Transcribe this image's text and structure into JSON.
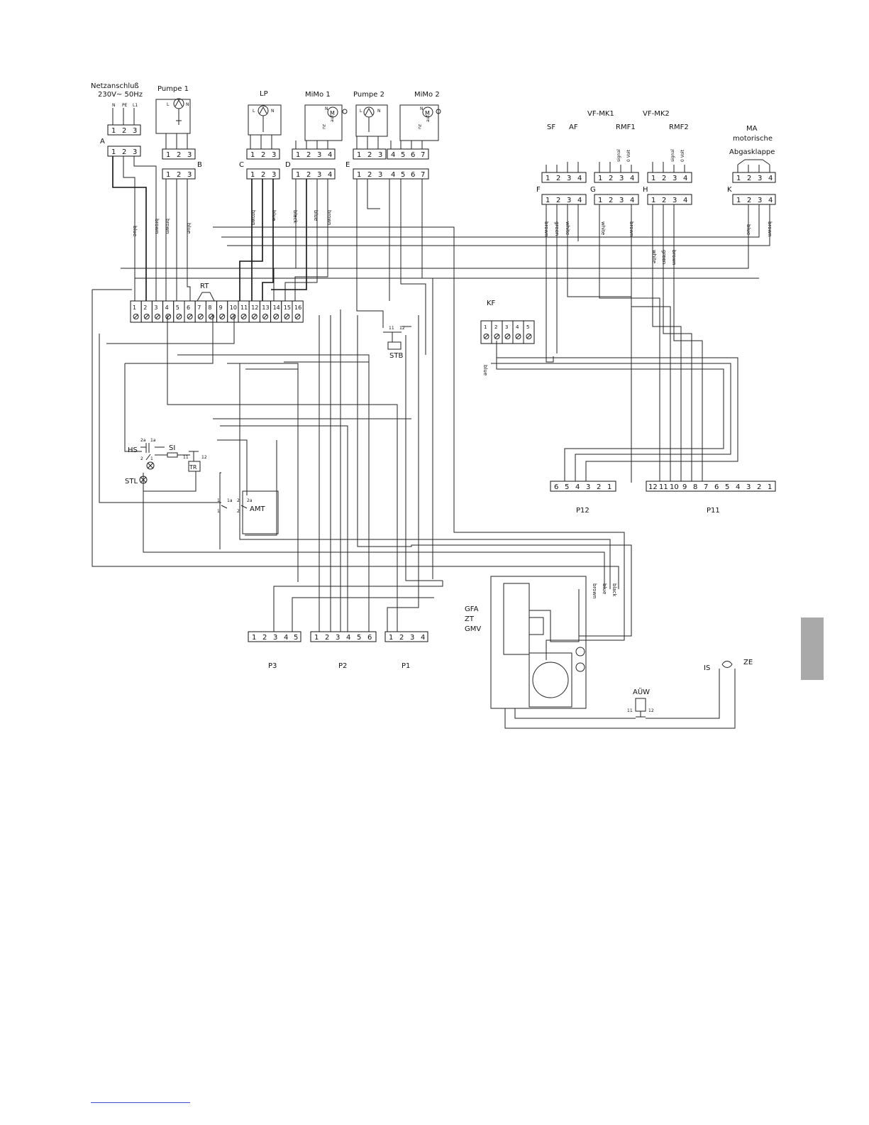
{
  "mains": {
    "title": "Netzanschluß",
    "voltage": "230V~ 50Hz",
    "pins": [
      "N",
      "PE",
      "L1"
    ]
  },
  "components": {
    "pumpe1": "Pumpe 1",
    "lp": "LP",
    "mimo1": "MiMo 1",
    "pumpe2": "Pumpe 2",
    "mimo2": "MiMo 2",
    "vfmk1": "VF-MK1",
    "vfmk2": "VF-MK2",
    "sf": "SF",
    "af": "AF",
    "rmf1": "RMF1",
    "rmf2": "RMF2",
    "ma": "MA",
    "ma_sub": "motorische",
    "ma_sub2": "Abgasklappe",
    "rt": "RT",
    "kf": "KF",
    "stb": "STB",
    "hs": "HS",
    "si": "SI",
    "tr": "TR",
    "stl": "STL",
    "amt": "AMT",
    "gfa": "GFA",
    "zt": "ZT",
    "gmv": "GMV",
    "is": "IS",
    "ze": "ZE",
    "auew": "AÜW"
  },
  "connectors": {
    "a": "A",
    "b": "B",
    "c": "C",
    "d": "D",
    "e": "E",
    "f": "F",
    "g": "G",
    "h": "H",
    "k": "K"
  },
  "plugs": {
    "p1": "P1",
    "p2": "P2",
    "p3": "P3",
    "p11": "P11",
    "p12": "P12"
  },
  "pin_letters": {
    "l": "L",
    "n": "N",
    "pe": "⏚"
  },
  "motor": "M",
  "mimo_dir": {
    "zu": "zu",
    "auf": "auf"
  },
  "sensor_tags": {
    "signal": "signal",
    "zero_volt": "0 Volt"
  },
  "wire_colors": {
    "blue": "blue",
    "brown": "brown",
    "black": "black",
    "green": "green",
    "white": "white"
  },
  "contacts": {
    "c11": "11",
    "c12": "12",
    "c1": "1",
    "c1a": "1a",
    "c2": "2",
    "c2a": "2a"
  },
  "terminal_strip": {
    "count": 16
  },
  "kf_strip": {
    "pins": [
      "1",
      "2",
      "3",
      "4",
      "5"
    ]
  },
  "colors": {
    "line": "#222222",
    "tab": "#a9a9a9",
    "footer_link": "#3a4cd1"
  }
}
